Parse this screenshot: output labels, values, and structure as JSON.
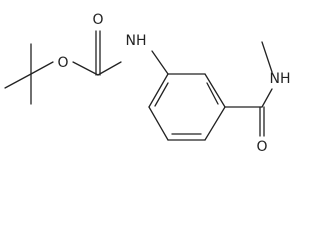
{
  "molecule": {
    "atoms": {
      "carbamate_carbonyl_o": "O",
      "carbamate_ether_o": "O",
      "carbamate_nh": "NH",
      "amide_nh": "NH",
      "amide_carbonyl_o": "O"
    }
  },
  "colors": {
    "bond": "#222222",
    "label": "#222222",
    "background": "#ffffff"
  }
}
